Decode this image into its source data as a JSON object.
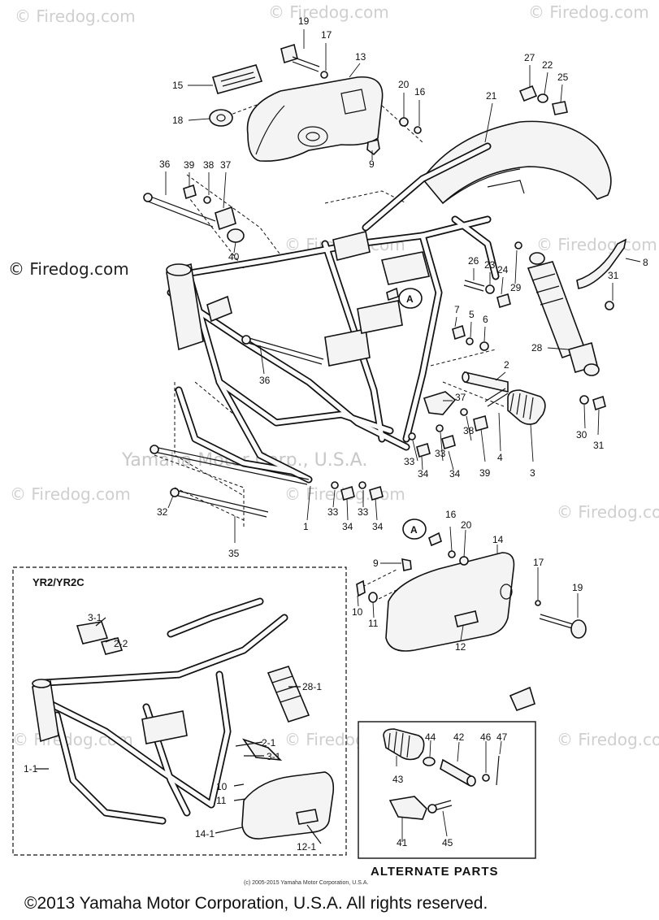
{
  "watermarks": {
    "firedog": "© Firedog.com",
    "yamaha": "Yamaha Motor Corp., U.S.A."
  },
  "inset": {
    "title": "YR2/YR2C"
  },
  "alternate_parts": {
    "title": "ALTERNATE PARTS"
  },
  "label_a": "A",
  "labels": {
    "p1": "1",
    "p2": "2",
    "p3": "3",
    "p4": "4",
    "p5": "5",
    "p6": "6",
    "p7": "7",
    "p8": "8",
    "p9": "9",
    "p9b": "9",
    "p10": "10",
    "p11": "11",
    "p12": "12",
    "p13": "13",
    "p14": "14",
    "p15": "15",
    "p16": "16",
    "p16b": "16",
    "p17": "17",
    "p17b": "17",
    "p18": "18",
    "p19": "19",
    "p19b": "19",
    "p20": "20",
    "p20b": "20",
    "p21": "21",
    "p22": "22",
    "p23": "23",
    "p24": "24",
    "p25": "25",
    "p26": "26",
    "p27": "27",
    "p28": "28",
    "p29": "29",
    "p30": "30",
    "p31": "31",
    "p31b": "31",
    "p32": "32",
    "p33a": "33",
    "p33b": "33",
    "p33c": "33",
    "p33d": "33",
    "p34a": "34",
    "p34b": "34",
    "p34c": "34",
    "p34d": "34",
    "p35": "35",
    "p36": "36",
    "p36b": "36",
    "p37": "37",
    "p37b": "37",
    "p38": "38",
    "p38b": "38",
    "p39": "39",
    "p39b": "39",
    "p40": "40",
    "i11": "1-1",
    "i21": "2-1",
    "i22": "2-2",
    "i31": "3-1",
    "i31b": "3-1",
    "i281": "28-1",
    "i10": "10",
    "i11b": "11",
    "i141": "14-1",
    "i121": "12-1",
    "a41": "41",
    "a42": "42",
    "a43": "43",
    "a44": "44",
    "a45": "45",
    "a46": "46",
    "a47": "47"
  },
  "small_copyright": "(c) 2005-2015 Yamaha Motor Corporation, U.S.A.",
  "footer_copyright": "©2013 Yamaha Motor Corporation, U.S.A. All rights reserved."
}
